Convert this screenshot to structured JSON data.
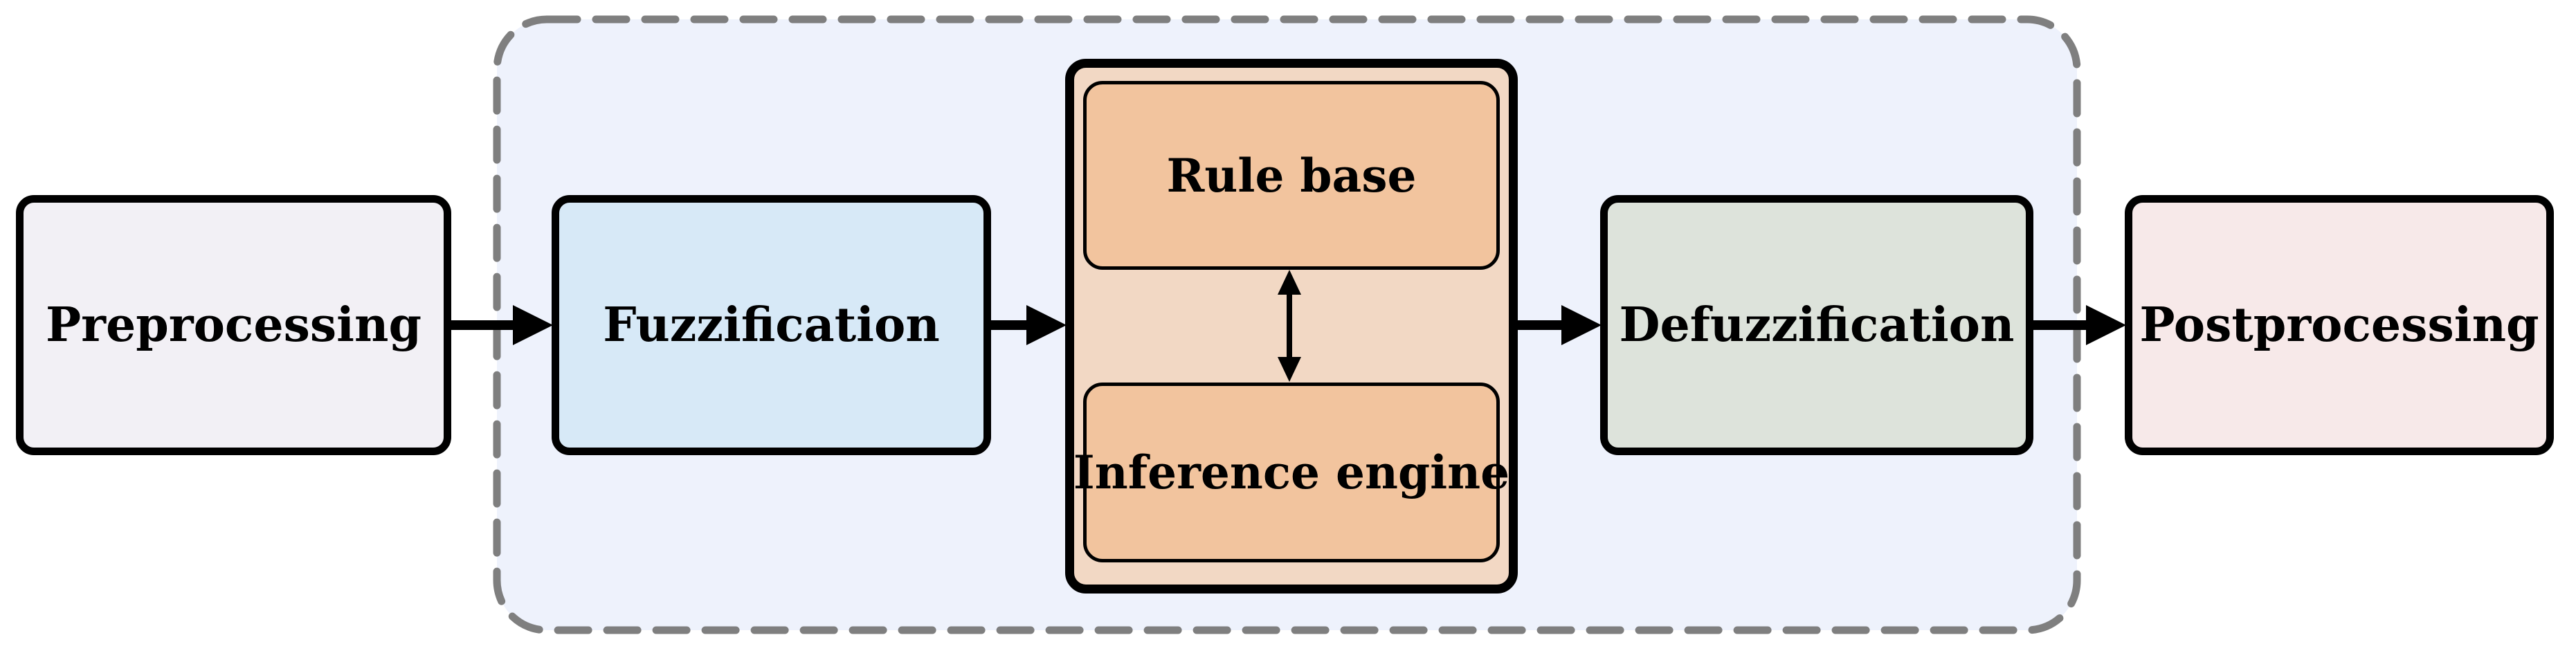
{
  "diagram": {
    "type": "block-flow-diagram",
    "nodes": {
      "preprocessing": {
        "label": "Preprocessing",
        "fill": "#f2f0f5"
      },
      "fuzzification": {
        "label": "Fuzzification",
        "fill": "#d7e9f7"
      },
      "rule_base": {
        "label": "Rule base",
        "fill": "#f2c49e"
      },
      "inference_engine": {
        "label": "Inference engine",
        "fill": "#f2c49e"
      },
      "defuzzification": {
        "label": "Defuzzification",
        "fill": "#dde3db"
      },
      "postprocessing": {
        "label": "Postprocessing",
        "fill": "#f7e9e9"
      }
    },
    "containers": {
      "system_boundary": {
        "fill": "#eef2fc",
        "stroke": "#7f7f7f",
        "border_style": "dashed-rounded"
      },
      "knowledge_base": {
        "fill": "#f2d8c4",
        "stroke": "#000000"
      }
    },
    "connections": [
      {
        "from": "preprocessing",
        "to": "fuzzification",
        "type": "arrow"
      },
      {
        "from": "fuzzification",
        "to": "knowledge_base",
        "type": "arrow"
      },
      {
        "from": "rule_base",
        "to": "inference_engine",
        "type": "double-arrow"
      },
      {
        "from": "knowledge_base",
        "to": "defuzzification",
        "type": "arrow"
      },
      {
        "from": "defuzzification",
        "to": "postprocessing",
        "type": "arrow"
      }
    ],
    "colors": {
      "background": "#ffffff",
      "node_border": "#000000",
      "arrow": "#000000",
      "text": "#000000"
    }
  }
}
